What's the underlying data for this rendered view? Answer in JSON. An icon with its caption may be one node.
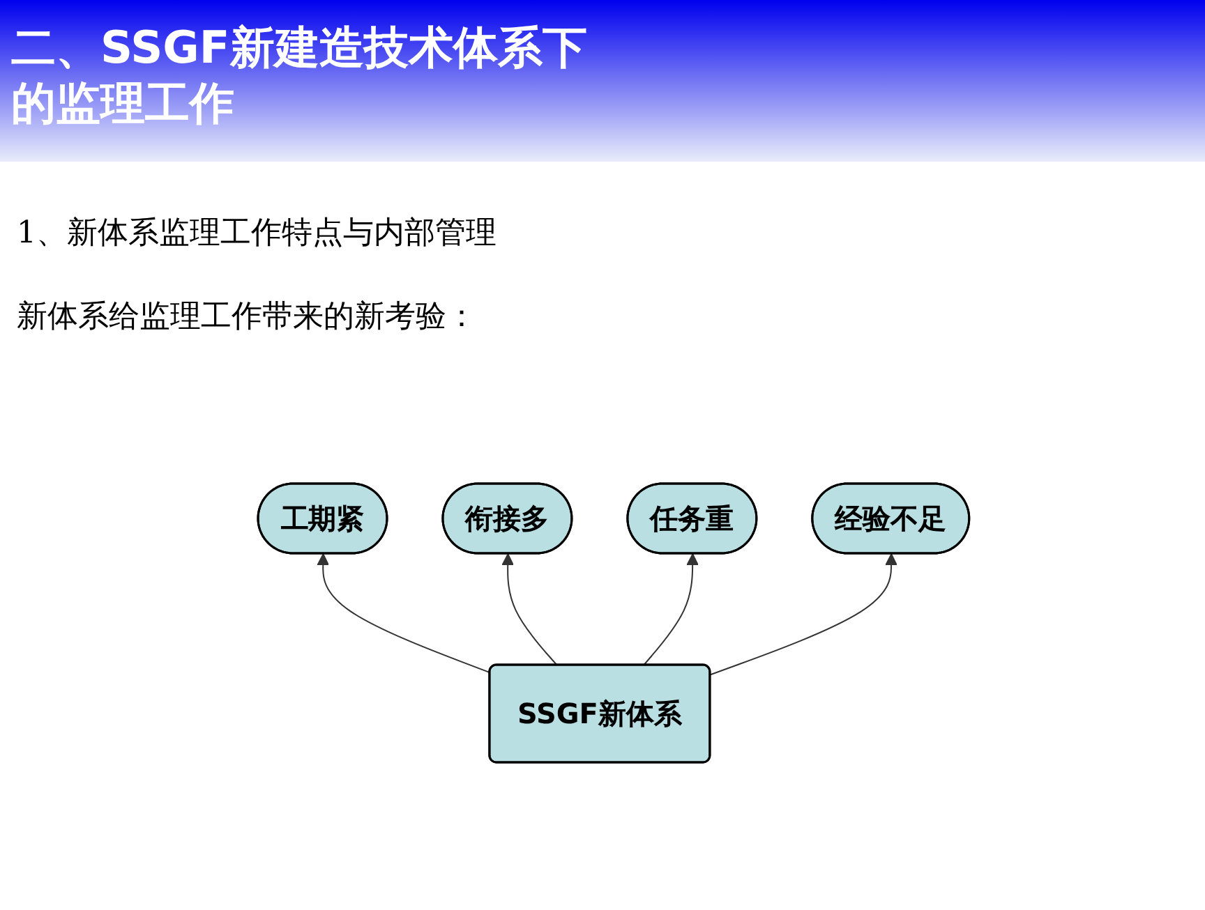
{
  "diagram": {
    "title": "二、SSGF新建造技术体系下的监理工作",
    "nodes": [
      {
        "text": [
          "工期紧"
        ]
      },
      {
        "text": [
          "衔接多"
        ]
      },
      {
        "text": [
          "任务重"
        ]
      },
      {
        "text": [
          "SSGF新体系"
        ]
      },
      {
        "text": [
          "经验不足"
        ]
      }
    ],
    "edges": [
      {
        "from": 3,
        "to": 0,
        "arrow": "to"
      },
      {
        "from": 3,
        "to": 1,
        "arrow": "to"
      },
      {
        "from": 3,
        "to": 2,
        "arrow": "to"
      },
      {
        "from": 3,
        "to": 4,
        "arrow": "to"
      }
    ],
    "labels": [
      "1、新体系监理工作特点与内部管理",
      "新体系给监理工作带来的新考验："
    ]
  }
}
